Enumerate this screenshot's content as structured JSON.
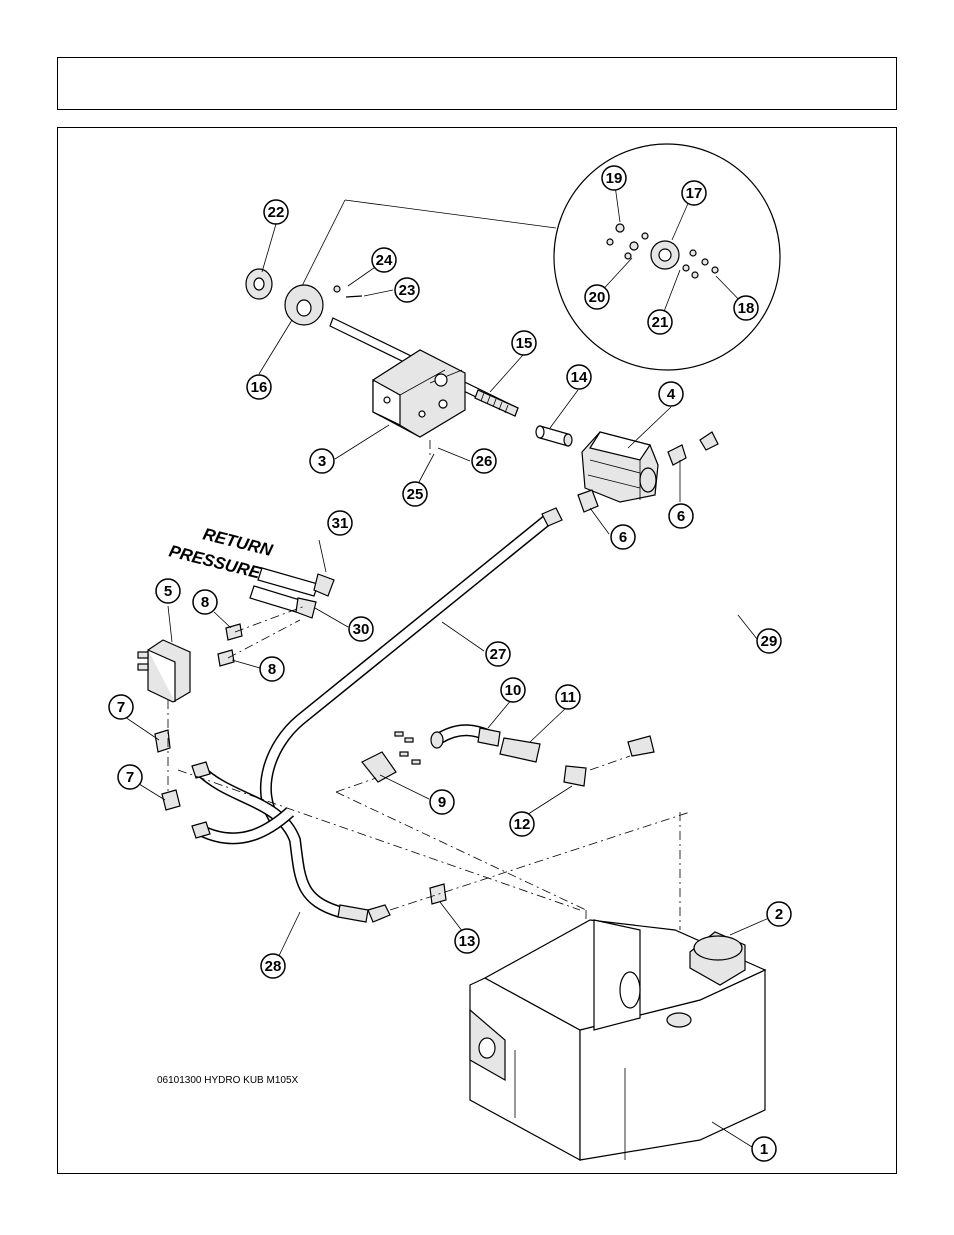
{
  "header": {
    "title": ""
  },
  "diagram": {
    "labels": {
      "return": "RETURN",
      "pressure": "PRESSURE"
    },
    "caption": "06101300  HYDRO KUB M105X",
    "callouts": [
      "1",
      "2",
      "3",
      "4",
      "5",
      "6",
      "6",
      "7",
      "7",
      "8",
      "8",
      "9",
      "10",
      "11",
      "12",
      "13",
      "14",
      "15",
      "16",
      "17",
      "18",
      "19",
      "20",
      "21",
      "22",
      "23",
      "24",
      "25",
      "26",
      "27",
      "28",
      "29",
      "30",
      "31"
    ]
  }
}
